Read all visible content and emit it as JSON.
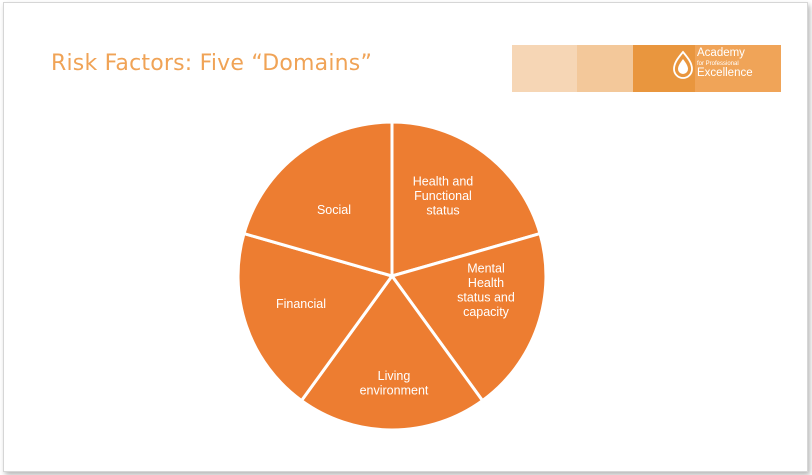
{
  "slide": {
    "title": "Risk Factors: Five “Domains”",
    "logo": {
      "line1": "Academy",
      "line2": "for Professional",
      "line3": "Excellence"
    }
  },
  "diagram": {
    "type": "pie",
    "fill_color": "#ed7d31",
    "segments": [
      {
        "id": "health",
        "label_lines": [
          "Health and",
          "Functional",
          "status"
        ]
      },
      {
        "id": "mental",
        "label_lines": [
          "Mental",
          "Health",
          "status and",
          "capacity"
        ]
      },
      {
        "id": "living",
        "label_lines": [
          "Living",
          "environment"
        ]
      },
      {
        "id": "financial",
        "label_lines": [
          "Financial"
        ]
      },
      {
        "id": "social",
        "label_lines": [
          "Social"
        ]
      }
    ]
  }
}
